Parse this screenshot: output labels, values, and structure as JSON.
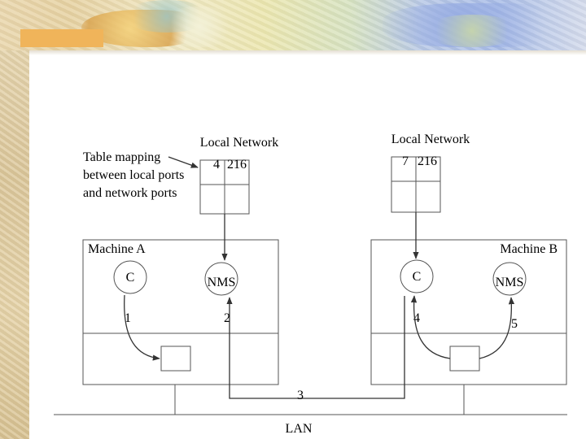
{
  "colors": {
    "banner_orange": "#f0b45a",
    "strip": "#e0cd9f",
    "stroke": "#555555"
  },
  "table_caption": [
    "Table mapping",
    "between local ports",
    "and network ports"
  ],
  "table_a": {
    "title": "Local Network",
    "row": [
      "4",
      "216"
    ]
  },
  "table_b": {
    "title": "Local Network",
    "row": [
      "7",
      "216"
    ]
  },
  "machine_a": {
    "label": "Machine A",
    "process_c": "C",
    "process_nms": "NMS",
    "port_c": "1",
    "port_nms": "2"
  },
  "machine_b": {
    "label": "Machine B",
    "process_c": "C",
    "process_nms": "NMS",
    "port_c": "4",
    "port_nms": "5"
  },
  "network": {
    "label": "LAN",
    "port": "3"
  }
}
